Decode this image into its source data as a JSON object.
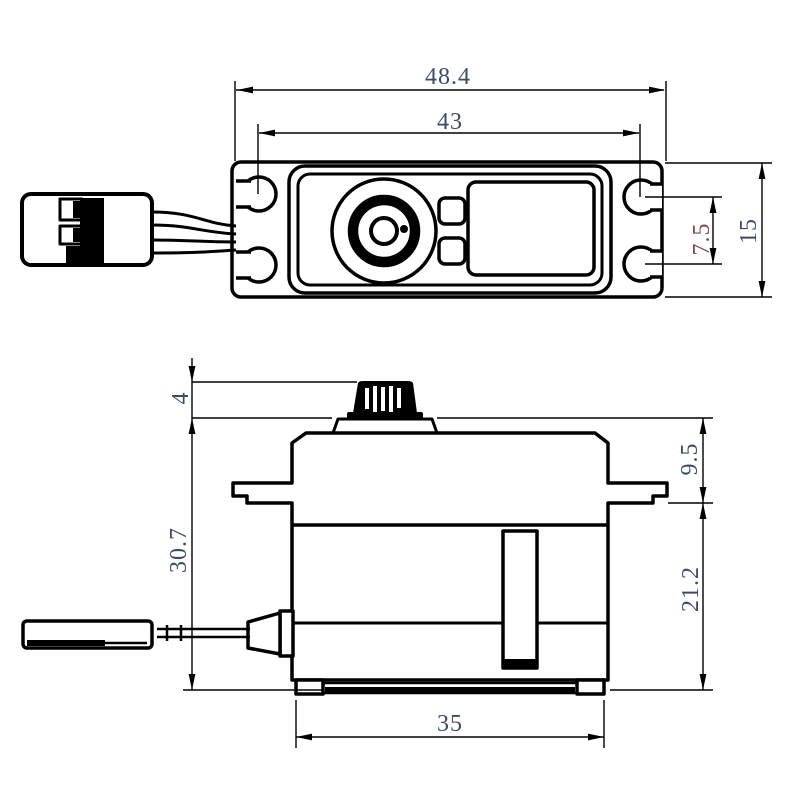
{
  "drawing": {
    "background": "#ffffff",
    "line_color": "#000000",
    "dim_color": "#3f4a6b",
    "dim_color_accent": "#7b4a52",
    "top_view": {
      "dims": {
        "overall_width": "48.4",
        "mount_span": "43",
        "ear_hole_spacing": "7.5",
        "case_width": "15"
      }
    },
    "side_view": {
      "dims": {
        "shaft_height": "4",
        "body_height": "30.7",
        "upper_depth": "9.5",
        "lower_depth": "21.2",
        "base_length": "35"
      }
    }
  }
}
